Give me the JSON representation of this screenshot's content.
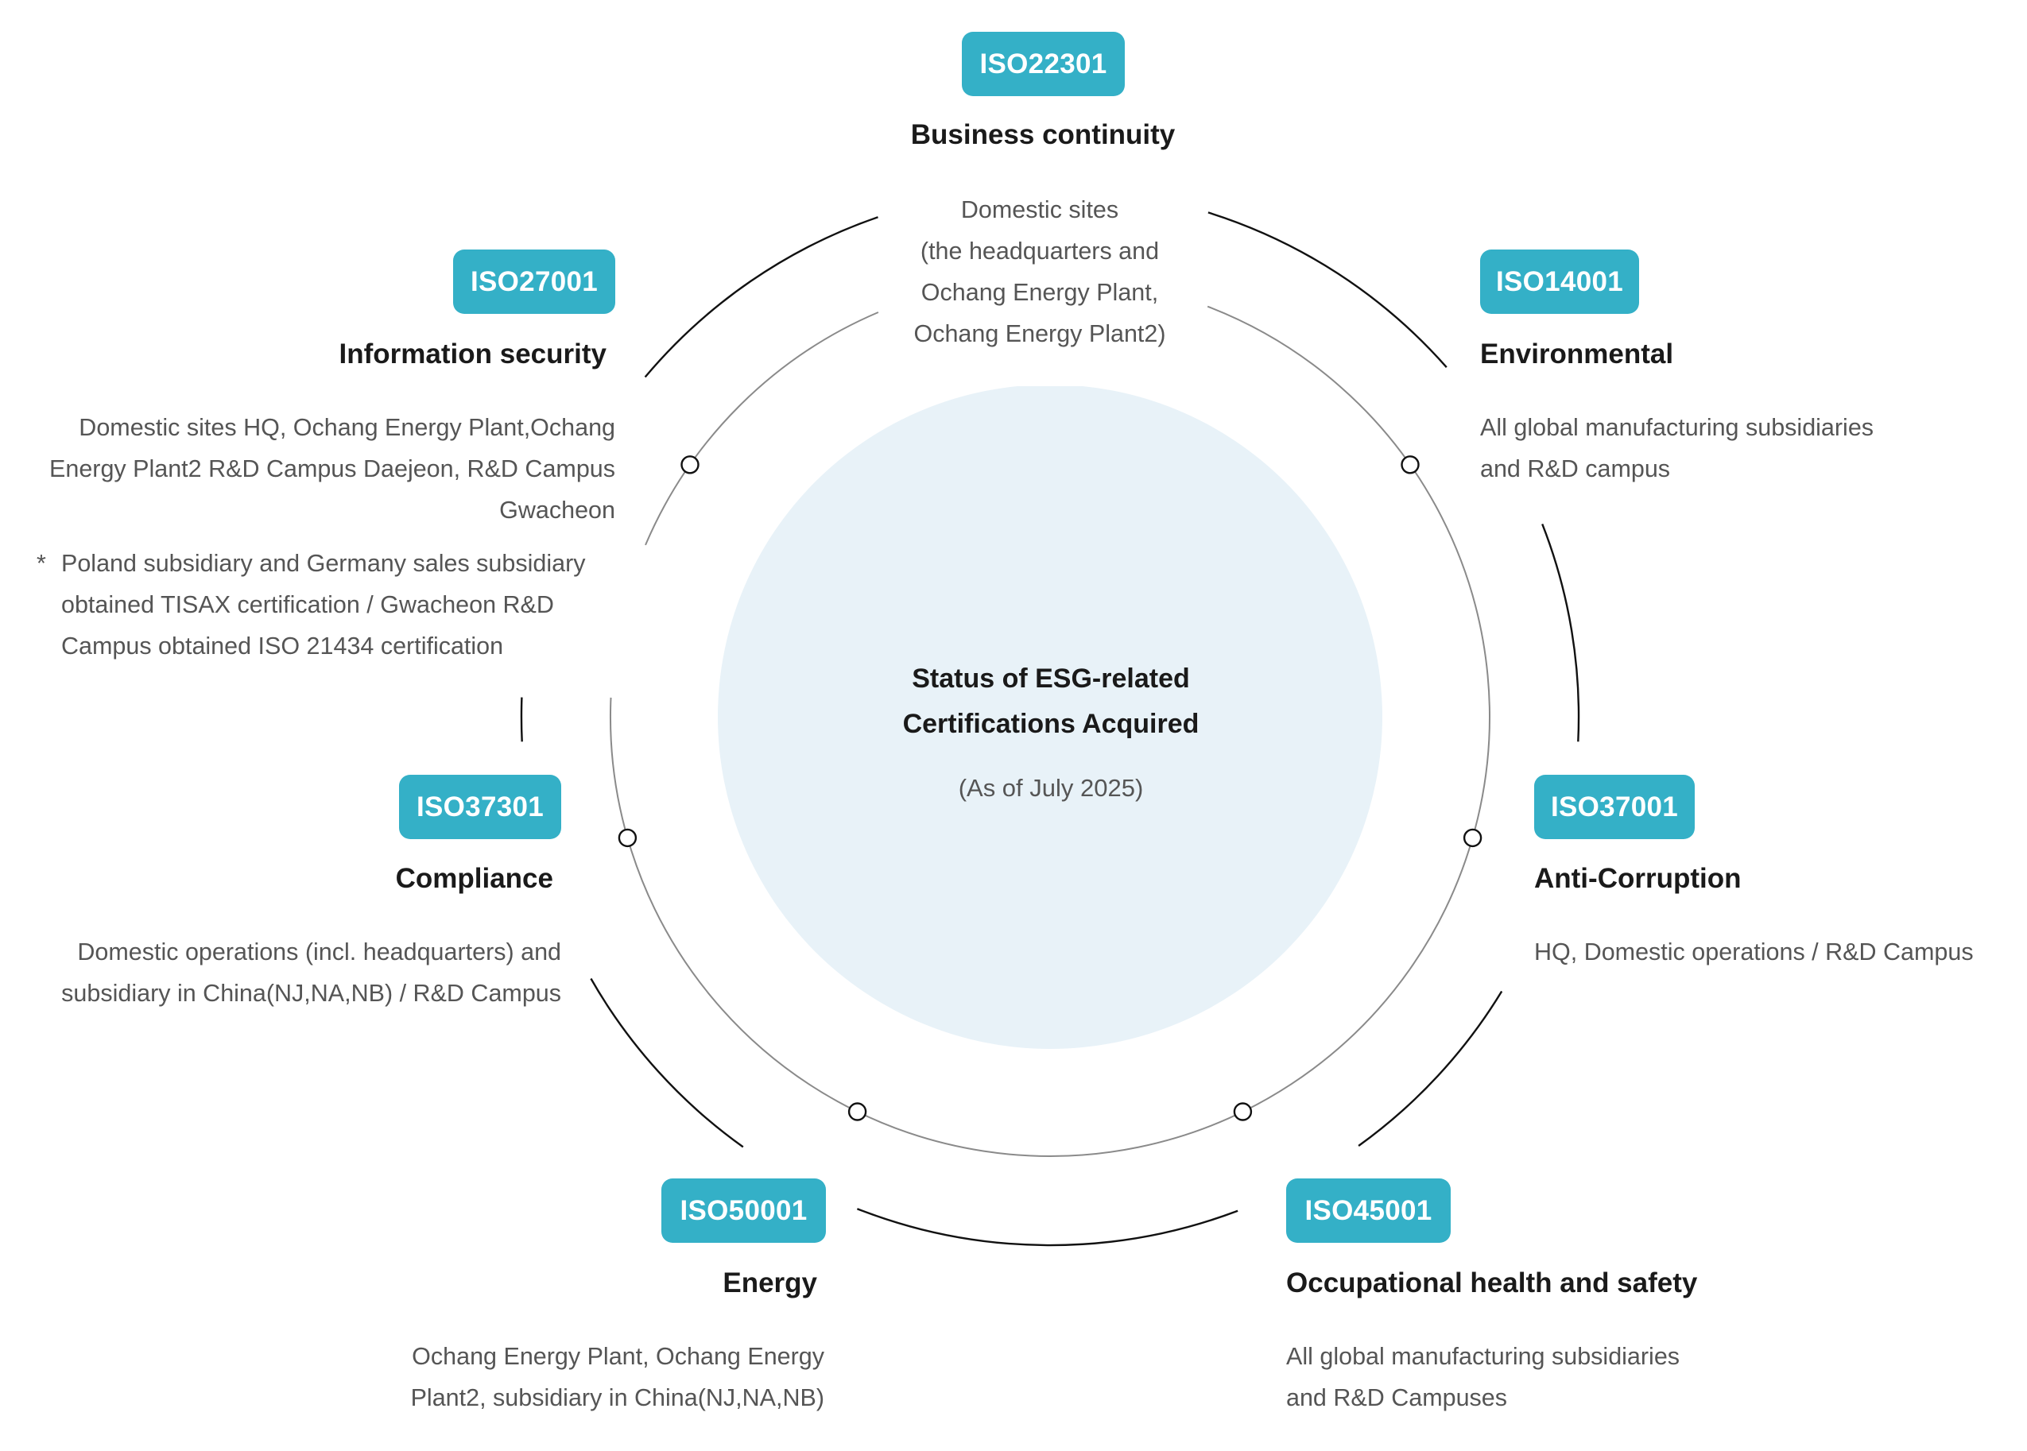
{
  "colors": {
    "badge": "#34b0c7",
    "badge_text": "#ffffff",
    "title": "#1a1a1a",
    "description": "#555555",
    "hub_fill": "#e8f2f8",
    "inner_ring": "#8a8a8a",
    "outer_ring": "#111111"
  },
  "hub": {
    "title_line1": "Status of ESG-related",
    "title_line2": "Certifications Acquired",
    "subtitle": "(As of July 2025)"
  },
  "certifications": [
    {
      "id": "iso22301",
      "badge": "ISO22301",
      "title": "Business continuity",
      "description": [
        "Domestic sites",
        "(the headquarters and",
        "Ochang Energy Plant,",
        "Ochang Energy Plant2)"
      ]
    },
    {
      "id": "iso14001",
      "badge": "ISO14001",
      "title": "Environmental",
      "description": [
        "All global manufacturing subsidiaries",
        "and R&D campus"
      ]
    },
    {
      "id": "iso37001",
      "badge": "ISO37001",
      "title": "Anti-Corruption",
      "description": [
        "HQ, Domestic operations / R&D Campus"
      ]
    },
    {
      "id": "iso45001",
      "badge": "ISO45001",
      "title": "Occupational health and safety",
      "description": [
        "All global manufacturing subsidiaries",
        "and R&D Campuses"
      ]
    },
    {
      "id": "iso50001",
      "badge": "ISO50001",
      "title": "Energy",
      "description": [
        "Ochang Energy Plant, Ochang Energy",
        "Plant2, subsidiary in China(NJ,NA,NB)"
      ]
    },
    {
      "id": "iso37301",
      "badge": "ISO37301",
      "title": "Compliance",
      "description": [
        "Domestic operations (incl. headquarters) and",
        "subsidiary in China(NJ,NA,NB) / R&D Campus"
      ]
    },
    {
      "id": "iso27001",
      "badge": "ISO27001",
      "title": "Information security",
      "description": [
        "Domestic sites HQ, Ochang Energy Plant,Ochang",
        "Energy Plant2 R&D Campus Daejeon, R&D Campus",
        "Gwacheon"
      ],
      "note_marker": "*",
      "note": [
        "Poland subsidiary and Germany sales subsidiary",
        "obtained TISAX certification / Gwacheon R&D",
        "Campus obtained ISO 21434 certification"
      ]
    }
  ]
}
